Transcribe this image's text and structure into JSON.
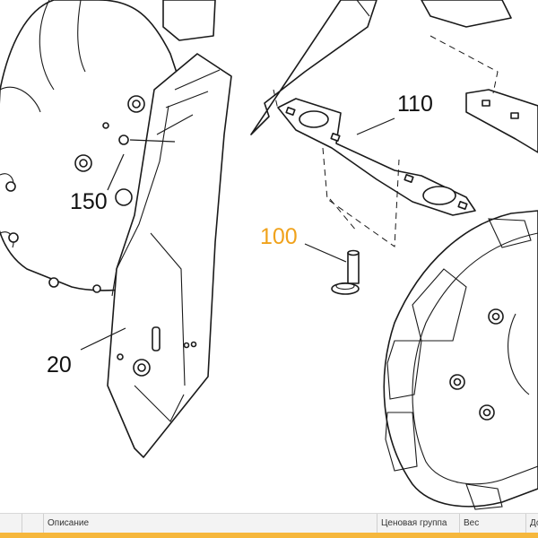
{
  "diagram": {
    "callouts": [
      {
        "id": "110",
        "text": "110",
        "highlighted": false
      },
      {
        "id": "150",
        "text": "150",
        "highlighted": false
      },
      {
        "id": "100",
        "text": "100",
        "highlighted": true
      },
      {
        "id": "20",
        "text": "20",
        "highlighted": false
      }
    ],
    "highlight_color": "#f0a21b"
  },
  "table": {
    "columns": [
      "",
      "",
      "Описание",
      "Ценовая группа",
      "Вес",
      "До"
    ]
  },
  "colors": {
    "line": "#1a1a1a",
    "header_bg": "#f3f3f3",
    "selection_bar": "#f6b73c"
  }
}
